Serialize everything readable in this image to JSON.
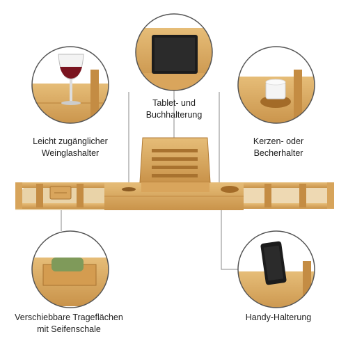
{
  "labels": {
    "tablet": {
      "line1": "Tablet- und",
      "line2": "Buchhalterung"
    },
    "glass": {
      "line1": "Leicht zugänglicher",
      "line2": "Weinglashalter"
    },
    "candle": {
      "line1": "Kerzen- oder",
      "line2": "Becherhalter"
    },
    "soap": {
      "line1": "Verschiebbare Trageflächen",
      "line2": "mit Seifenschale"
    },
    "phone": {
      "line1": "Handy-Halterung"
    }
  },
  "colors": {
    "bamboo_light": "#e2b66e",
    "bamboo_mid": "#cf9a4e",
    "bamboo_dark": "#a8722f",
    "circle_outline": "#555555",
    "callout_line": "#8a8a8a",
    "background": "#ffffff"
  },
  "icons": [
    "wine-glass-icon",
    "tablet-icon",
    "candle-icon",
    "soap-icon",
    "phone-icon"
  ]
}
